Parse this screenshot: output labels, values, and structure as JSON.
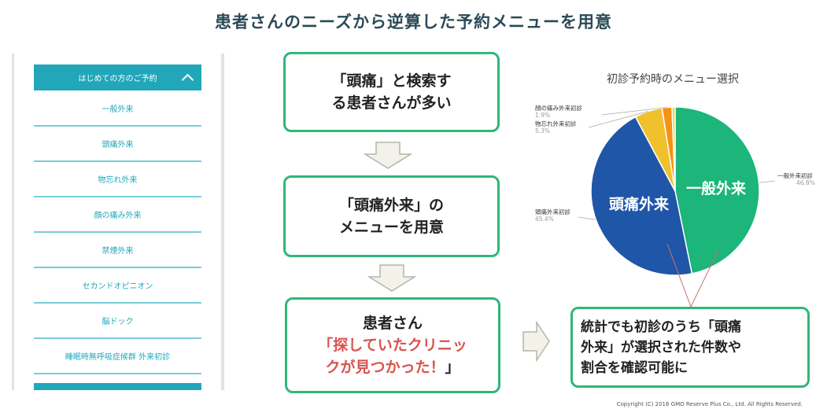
{
  "title": "患者さんのニーズから逆算した予約メニューを用意",
  "menu": {
    "header": "はじめての方のご予約",
    "items": [
      "一般外来",
      "頭痛外来",
      "物忘れ外来",
      "顔の痛み外来",
      "禁煙外来",
      "セカンドオピニオン",
      "脳ドック",
      "睡眠時無呼吸症候群 外来初診"
    ]
  },
  "flow": {
    "box1": [
      "「頭痛」と検索す",
      "る患者さんが多い"
    ],
    "box2": [
      "「頭痛外来」の",
      "メニューを用意"
    ],
    "box3_line1": "患者さん",
    "box3_red": [
      "「探していたクリニッ",
      "クが見つかった！"
    ],
    "box3_tail": "」",
    "box4": [
      "統計でも初診のうち「頭痛",
      "外来」が選択された件数や",
      "割合を確認可能に"
    ]
  },
  "chart_data": {
    "type": "pie",
    "title": "初診予約時のメニュー選択",
    "slices": [
      {
        "label": "一般外来初診",
        "value": 46.8,
        "display": "46.8%",
        "color": "#1cb57a",
        "inner_label": "一般外来"
      },
      {
        "label": "頭痛外来初診",
        "value": 45.4,
        "display": "45.4%",
        "color": "#1f56a8",
        "inner_label": "頭痛外来"
      },
      {
        "label": "物忘れ外来初診",
        "value": 5.3,
        "display": "5.3%",
        "color": "#f0c02d",
        "inner_label": ""
      },
      {
        "label": "顔の痛み外来初診",
        "value": 1.9,
        "display": "1.9%",
        "color": "#f39215",
        "inner_label": ""
      },
      {
        "label": "",
        "value": 0.6,
        "display": "",
        "color": "#e0d84a",
        "inner_label": ""
      }
    ]
  },
  "colors": {
    "accent": "#21a7b9",
    "box_border": "#2fb67b",
    "highlight_red": "#d9534f",
    "title": "#2b4a57"
  },
  "copyright": "Copyright (C) 2016 GMO Reserve Plus Co., Ltd. All Rights Reserved."
}
